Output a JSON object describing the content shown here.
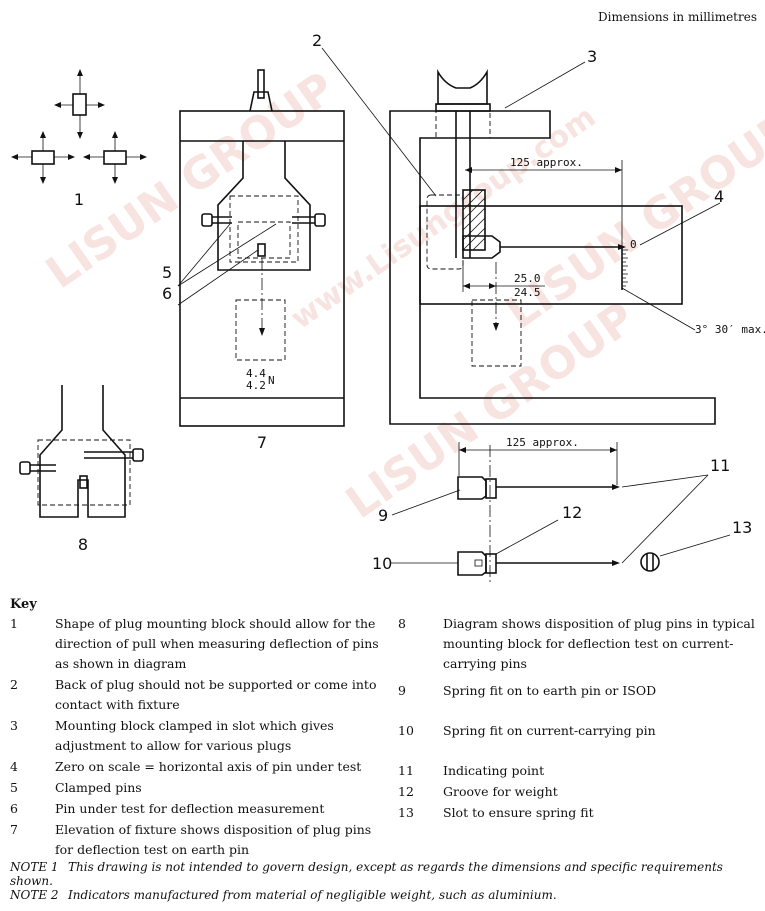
{
  "header": {
    "units_note": "Dimensions in millimetres"
  },
  "drawing": {
    "callouts": {
      "c1": "1",
      "c2": "2",
      "c3": "3",
      "c4": "4",
      "c5": "5",
      "c6": "6",
      "c7": "7",
      "c8": "8",
      "c9": "9",
      "c10": "10",
      "c11": "11",
      "c12": "12",
      "c13": "13"
    },
    "dimensions": {
      "approx_upper": "125 approx.",
      "approx_lower": "125 approx.",
      "dim_25_0": "25.0",
      "dim_24_5": "24.5",
      "angle": "3° 30′ max.",
      "scale_zero": "0",
      "force_upper": "4.4",
      "force_lower": "4.2",
      "force_unit": "N"
    },
    "watermark": {
      "text": "LISUN GROUP",
      "url_text": "www.Lisungroup.com",
      "color": "#e9b0a8"
    }
  },
  "key": {
    "title": "Key",
    "left": [
      {
        "num": "1",
        "text": "Shape of plug mounting block should allow for the direction of pull when measuring deflection of pins as shown in diagram"
      },
      {
        "num": "2",
        "text": "Back of plug should not be supported or come into contact with fixture"
      },
      {
        "num": "3",
        "text": "Mounting block clamped in slot which gives adjustment to allow for various plugs"
      },
      {
        "num": "4",
        "text": "Zero on scale = horizontal axis of pin under test"
      },
      {
        "num": "5",
        "text": "Clamped pins"
      },
      {
        "num": "6",
        "text": "Pin under test for deflection measurement"
      },
      {
        "num": "7",
        "text": "Elevation of fixture shows disposition of plug pins for deflection test on earth pin"
      }
    ],
    "right": [
      {
        "num": "8",
        "text": "Diagram shows disposition of plug pins in typical mounting block for deflection test on current-carrying pins"
      },
      {
        "num": "9",
        "text": "Spring fit on to earth pin or ISOD"
      },
      {
        "num": "10",
        "text": "Spring fit on current-carrying pin"
      },
      {
        "num": "11",
        "text": "Indicating point"
      },
      {
        "num": "12",
        "text": "Groove for weight"
      },
      {
        "num": "13",
        "text": "Slot to ensure spring fit"
      }
    ]
  },
  "notes": {
    "note1_label": "NOTE 1",
    "note1_text": "This drawing is not intended to govern design, except as regards the dimensions and specific requirements shown.",
    "note2_label": "NOTE 2",
    "note2_text": "Indicators manufactured from material of negligible weight, such as aluminium."
  }
}
